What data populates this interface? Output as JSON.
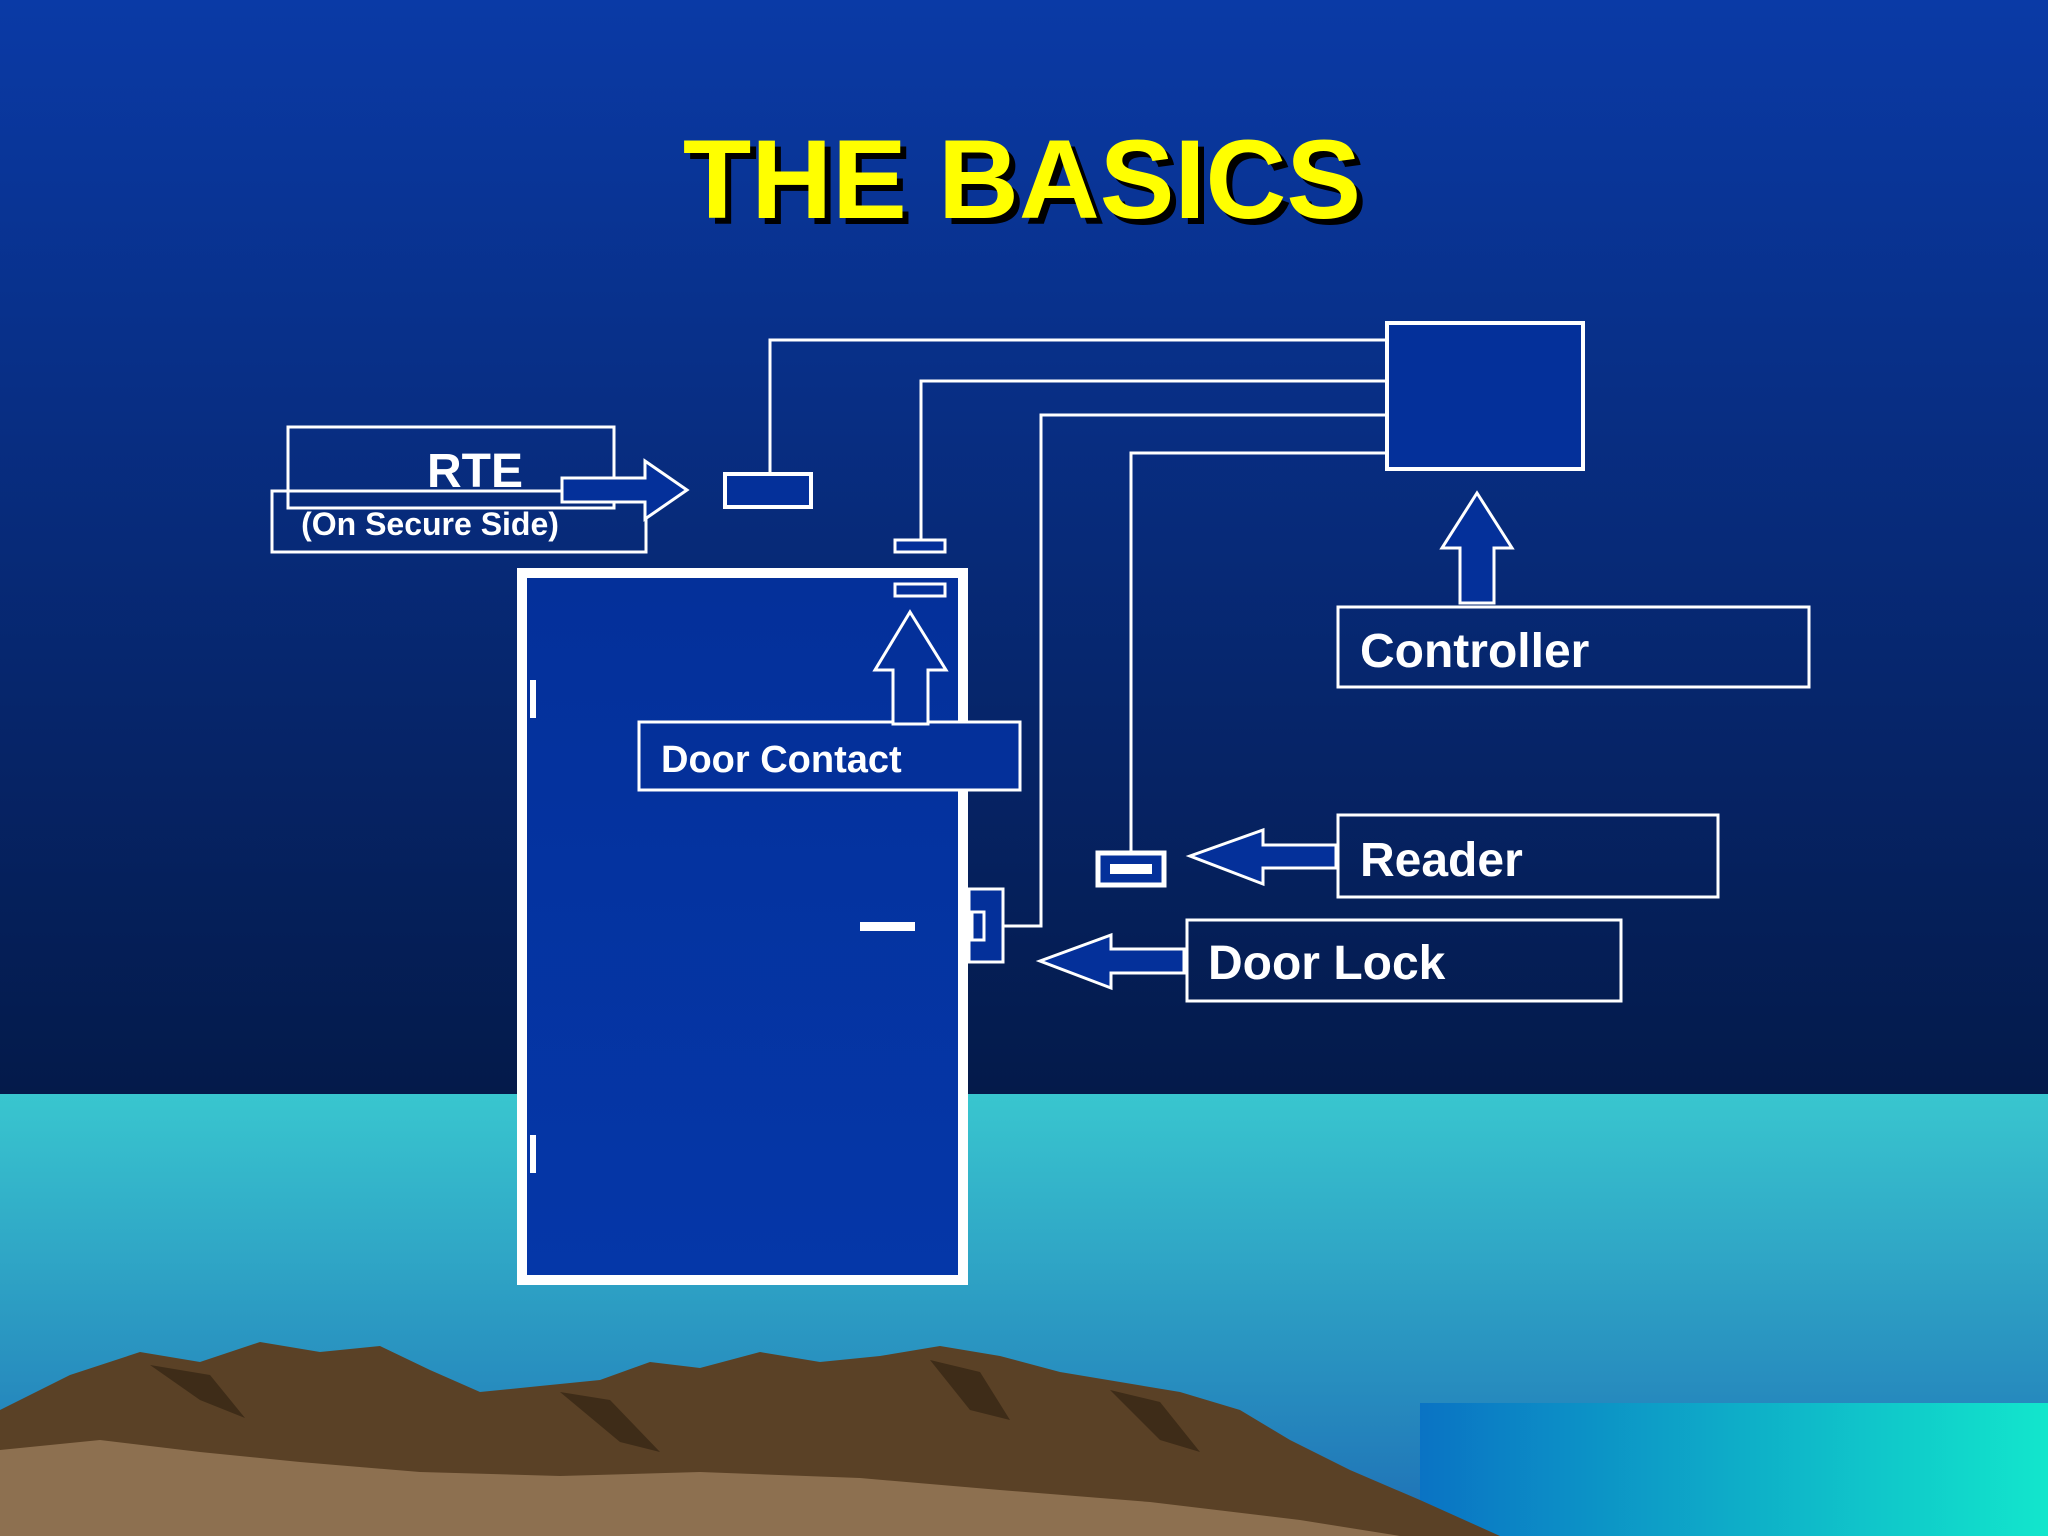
{
  "slide": {
    "title": "THE BASICS",
    "colors": {
      "title": "#ffff00",
      "sky_top": "#0a3aa6",
      "sky_bottom": "#041a4a",
      "water": "#39c6cf",
      "door": "#04309a",
      "line": "#ffffff",
      "mountain": "#6b5034"
    }
  },
  "labels": {
    "rte": "RTE",
    "rte_sub": "(On Secure Side)",
    "door_contact": "Door Contact",
    "controller": "Controller",
    "reader": "Reader",
    "door_lock": "Door Lock"
  }
}
